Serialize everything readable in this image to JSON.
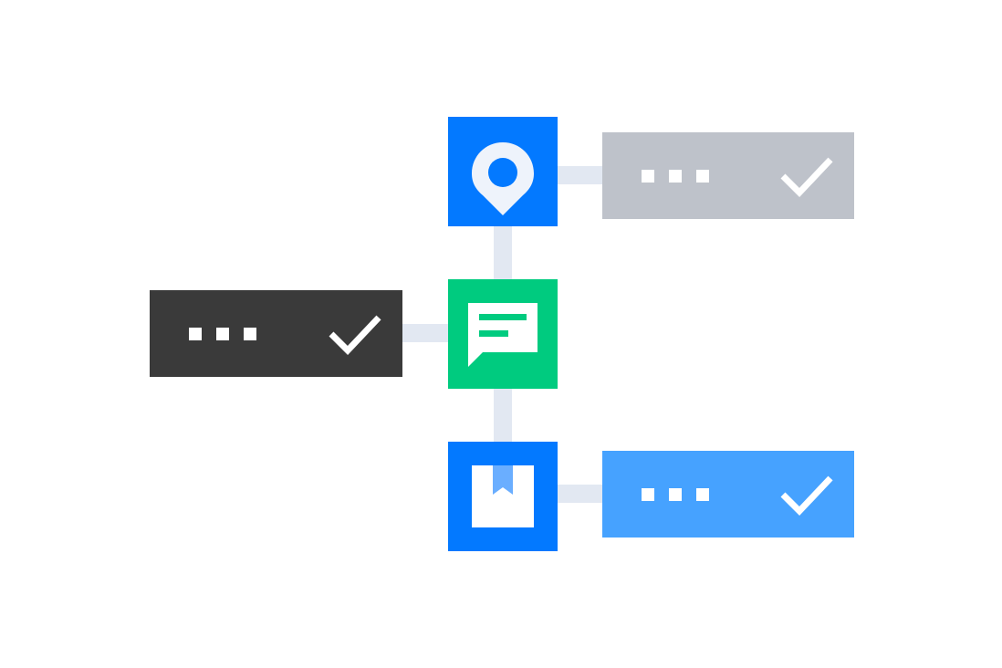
{
  "colors": {
    "blue": "#0379ff",
    "green": "#00cb7f",
    "connector": "#e2e8f2",
    "icon_light": "#eef3fb",
    "card_gray": "#bec2ca",
    "card_dark": "#3a3a3a",
    "card_light_blue": "#46a2ff",
    "bookmark_blue": "#6aaeff"
  },
  "nodes": [
    {
      "icon": "location-pin-icon",
      "color": "#0379ff"
    },
    {
      "icon": "chat-message-icon",
      "color": "#00cb7f"
    },
    {
      "icon": "package-box-icon",
      "color": "#0379ff"
    }
  ],
  "cards": [
    {
      "side": "right",
      "color": "#bec2ca",
      "status_icon": "checkmark-icon"
    },
    {
      "side": "left",
      "color": "#3a3a3a",
      "status_icon": "checkmark-icon"
    },
    {
      "side": "right",
      "color": "#46a2ff",
      "status_icon": "checkmark-icon"
    }
  ]
}
